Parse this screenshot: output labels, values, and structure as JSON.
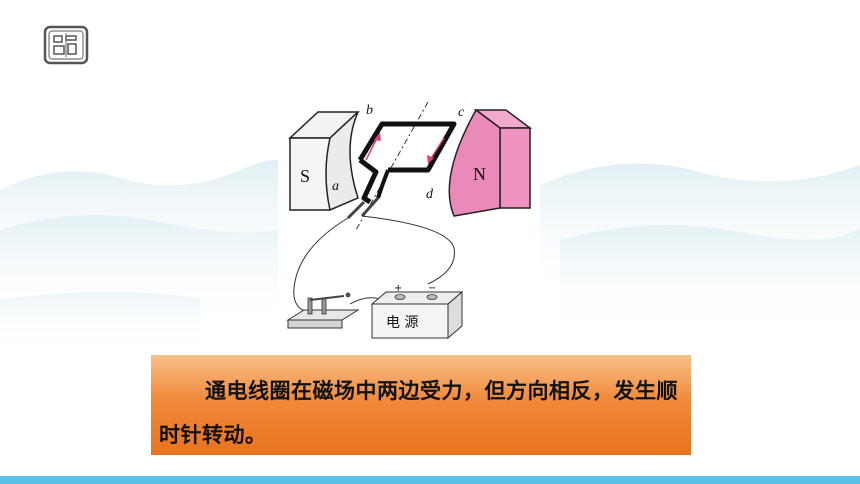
{
  "figure": {
    "label_s": "S",
    "label_n": "N",
    "label_a": "a",
    "label_b": "b",
    "label_c": "c",
    "label_d": "d",
    "battery_plus": "+",
    "battery_minus": "−",
    "battery_label": "电 源"
  },
  "caption": {
    "text": "通电线圈在磁场中两边受力，但方向相反，发生顺时针转动。"
  },
  "colors": {
    "north_pole": "#e98ab8",
    "caption_bg": "#f08a3a",
    "force_arrow": "#d9407a",
    "bottom_bar": "#5bbfe8"
  }
}
